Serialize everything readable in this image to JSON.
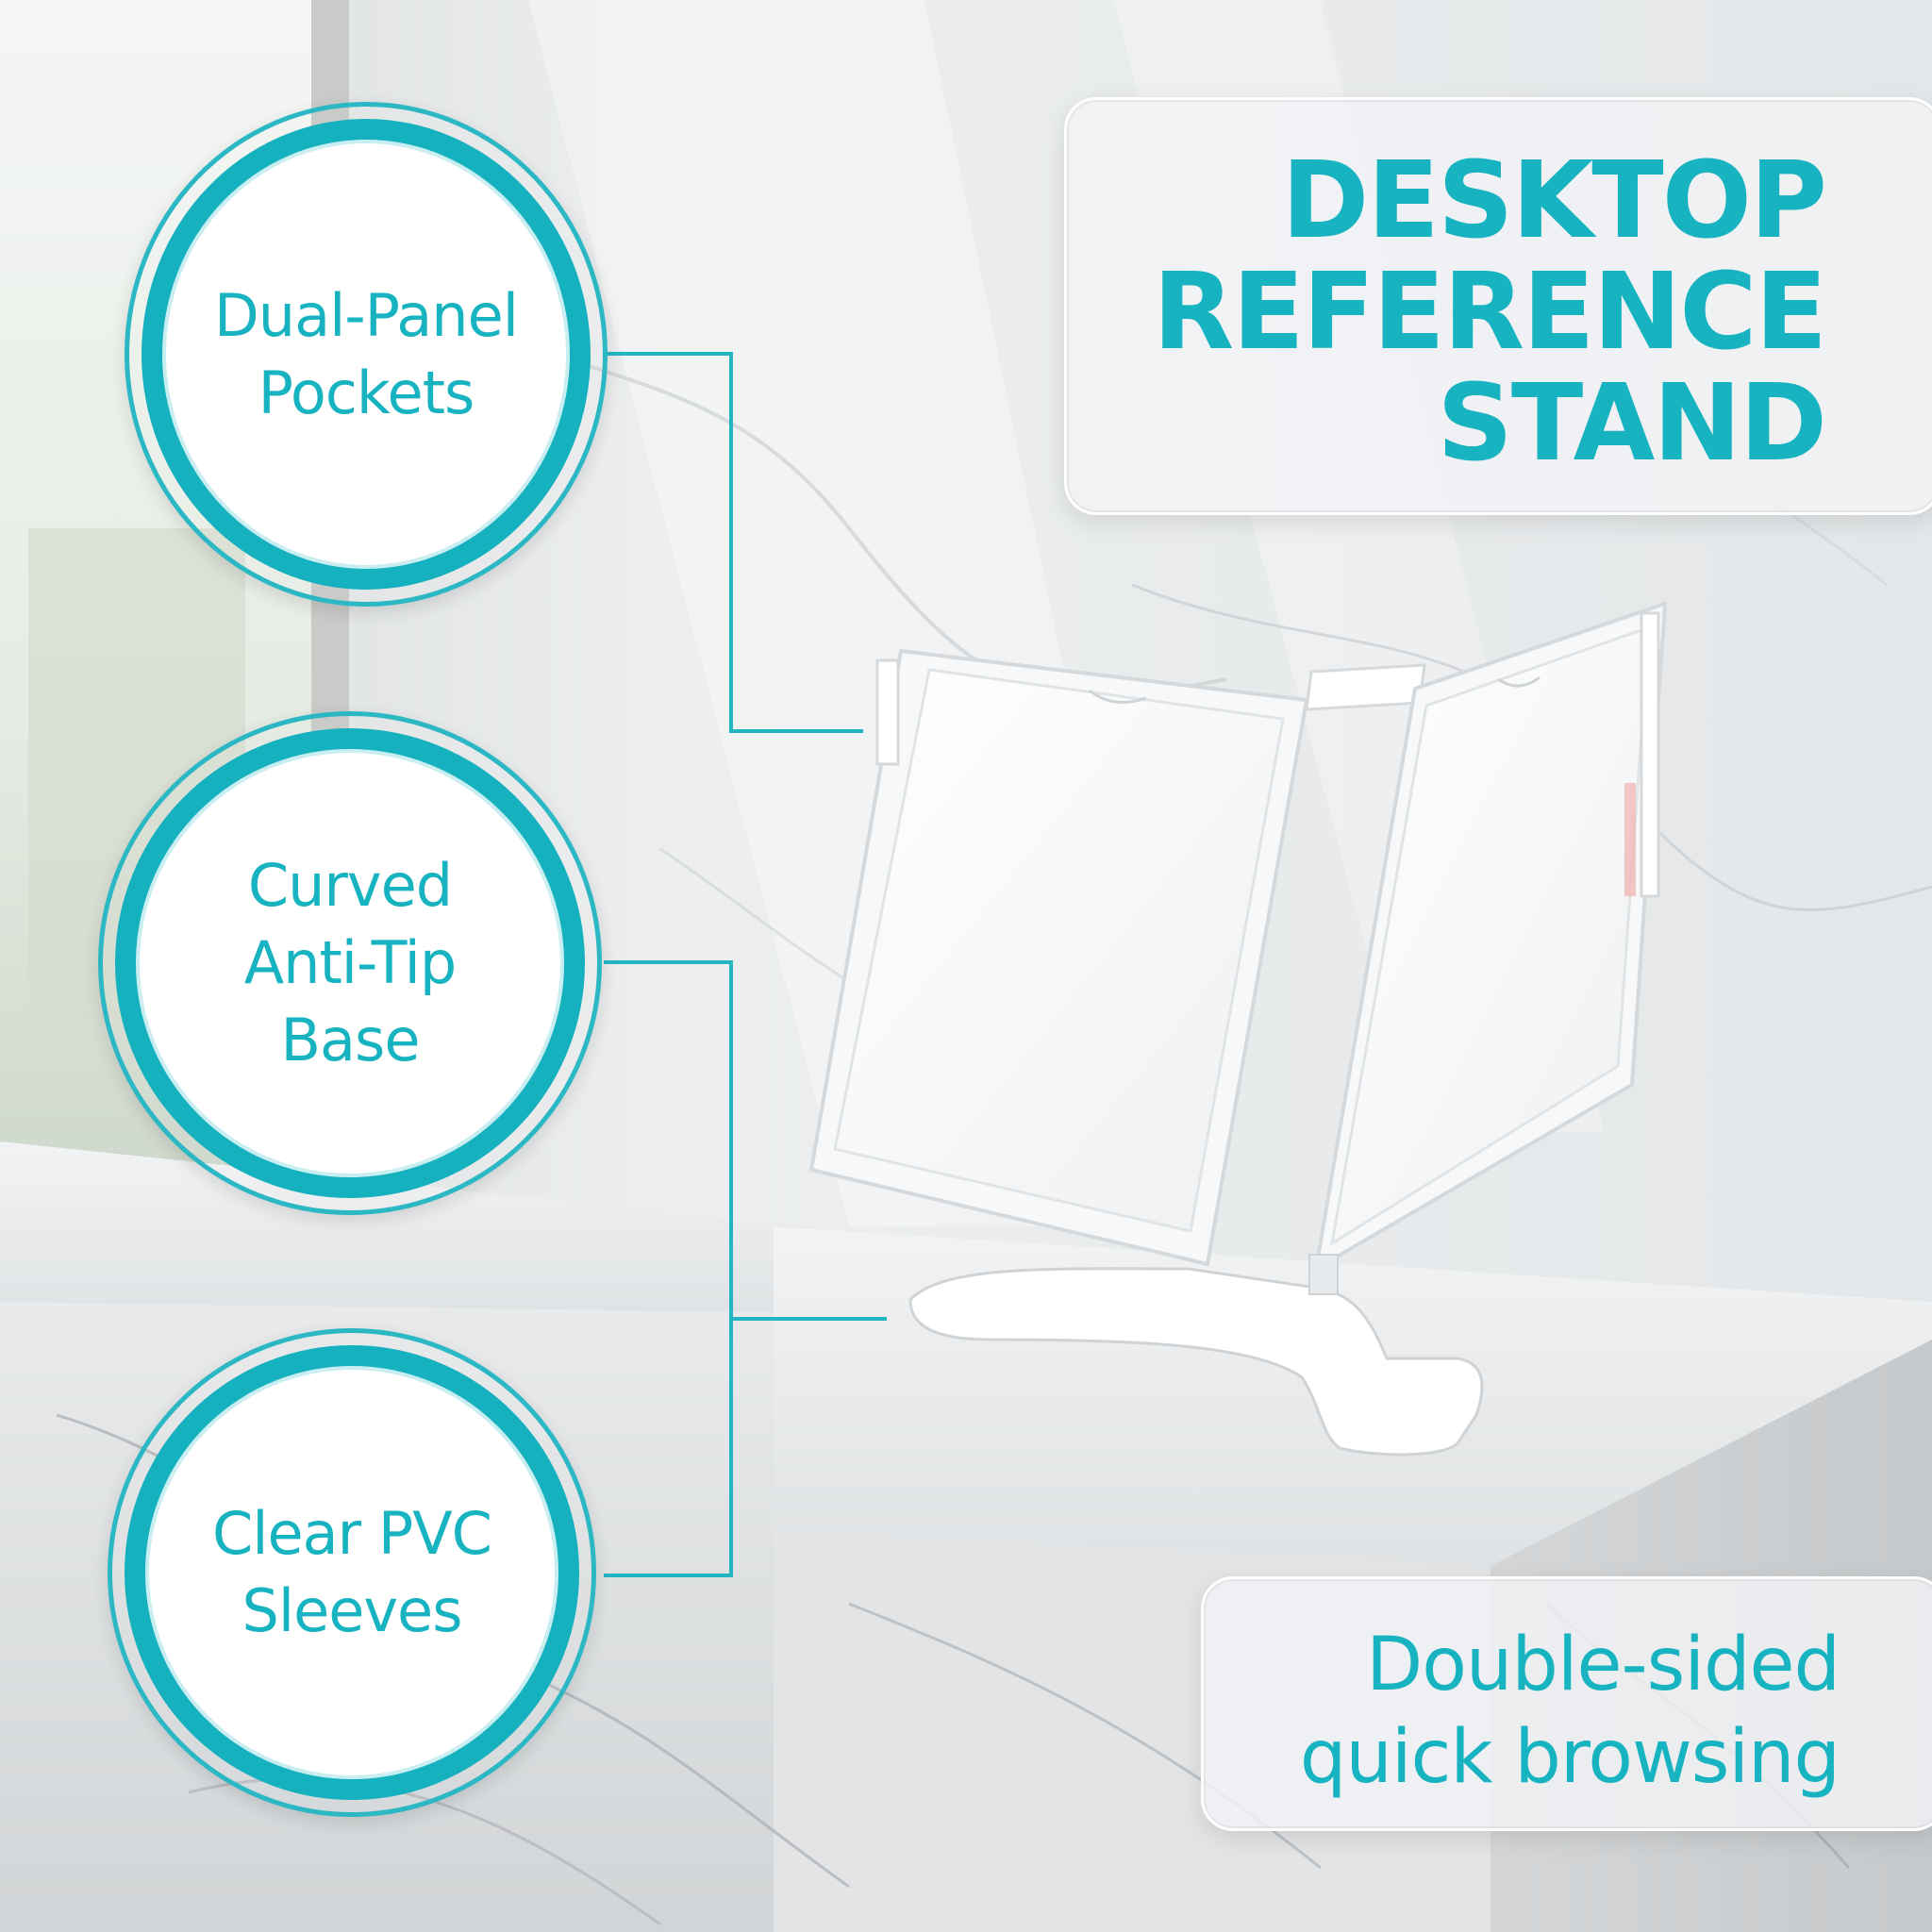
{
  "headline": {
    "line1": "DESKTOP",
    "line2": "REFERENCE",
    "line3": "STAND"
  },
  "features": [
    {
      "line1": "Dual-Panel",
      "line2": "Pockets"
    },
    {
      "line1": "Curved",
      "line2": "Anti-Tip",
      "line3": "Base"
    },
    {
      "line1": "Clear PVC",
      "line2": "Sleeves"
    }
  ],
  "tagline": {
    "line1": "Double-sided",
    "line2": "quick browsing"
  },
  "colors": {
    "accent": "#17b3c0",
    "panel": "#f1f3f5",
    "marble": "#e9ecee"
  }
}
